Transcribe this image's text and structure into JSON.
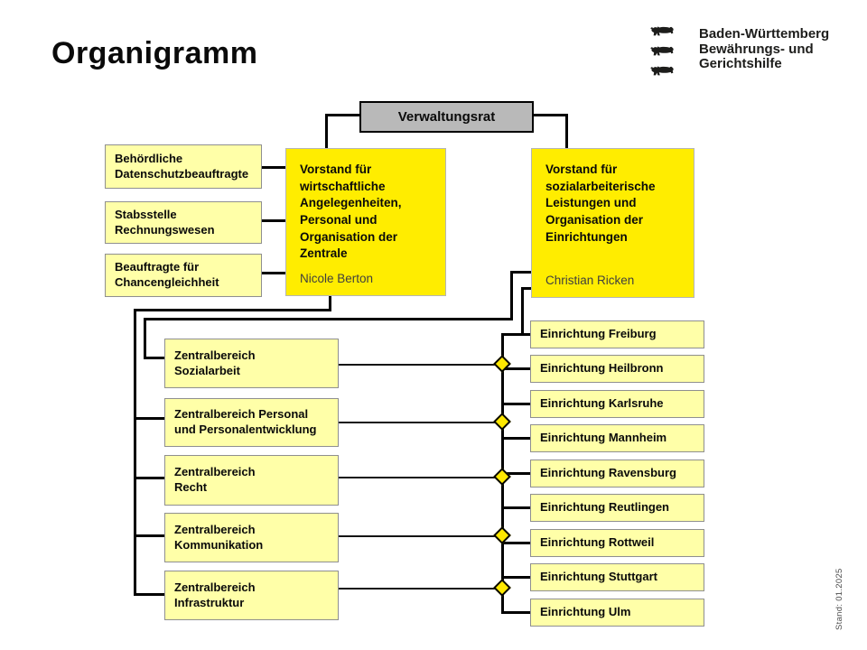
{
  "page": {
    "title": "Organigramm",
    "stand_note": "Stand: 01.2025"
  },
  "logo": {
    "icon": "baden-wuerttemberg-three-lions",
    "line1": "Baden-Württemberg",
    "line2": "Bewährungs- und",
    "line3": "Gerichtshilfe"
  },
  "org": {
    "root": {
      "label": "Verwaltungsrat"
    },
    "staff_units": [
      {
        "label": "Behördliche\nDatenschutzbeauftragte"
      },
      {
        "label": "Stabsstelle\nRechnungswesen"
      },
      {
        "label": "Beauftragte für\nChancengleichheit"
      }
    ],
    "boards": [
      {
        "title": "Vorstand für\nwirtschaftliche\nAngelegenheiten,\nPersonal und\nOrganisation der\nZentrale",
        "name": "Nicole Berton"
      },
      {
        "title": "Vorstand für\nsozialarbeiterische\nLeistungen und\nOrganisation der\nEinrichtungen",
        "name": "Christian Ricken"
      }
    ],
    "central_divisions": [
      {
        "label": "Zentralbereich\nSozialarbeit"
      },
      {
        "label": "Zentralbereich Personal\nund Personalentwicklung"
      },
      {
        "label": "Zentralbereich\nRecht"
      },
      {
        "label": "Zentralbereich\nKommunikation"
      },
      {
        "label": "Zentralbereich\nInfrastruktur"
      }
    ],
    "facilities": [
      {
        "label": "Einrichtung Freiburg"
      },
      {
        "label": "Einrichtung Heilbronn"
      },
      {
        "label": "Einrichtung Karlsruhe"
      },
      {
        "label": "Einrichtung Mannheim"
      },
      {
        "label": "Einrichtung Ravensburg"
      },
      {
        "label": "Einrichtung Reutlingen"
      },
      {
        "label": "Einrichtung Rottweil"
      },
      {
        "label": "Einrichtung Stuttgart"
      },
      {
        "label": "Einrichtung Ulm"
      }
    ]
  },
  "colors": {
    "board_yellow": "#ffed00",
    "unit_yellow": "#ffffa8",
    "root_gray": "#b9b9b9",
    "diamond_yellow": "#ffe800",
    "line_black": "#000000"
  }
}
